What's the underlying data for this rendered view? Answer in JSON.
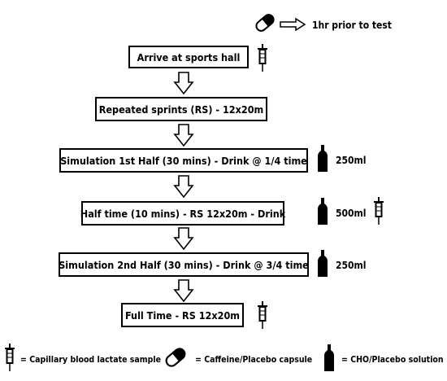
{
  "steps": [
    "Arrive at sports hall",
    "Repeated sprints (RS) - 12x20m",
    "Simulation 1st Half (30 mins) - Drink @ 1/4 time",
    "Half time (10 mins) - RS 12x20m - Drink",
    "Simulation 2nd Half (30 mins) - Drink @ 3/4 time",
    "Full Time - RS 12x20m"
  ],
  "pretest": {
    "icon": "capsule-icon",
    "text": "1hr prior to test"
  },
  "volumes": {
    "first_half": "250ml",
    "half_time": "500ml",
    "second_half": "250ml"
  },
  "legend": {
    "syringe": "= Capillary blood lactate sample",
    "capsule": "= Caffeine/Placebo capsule",
    "bottle": "= CHO/Placebo solution"
  }
}
